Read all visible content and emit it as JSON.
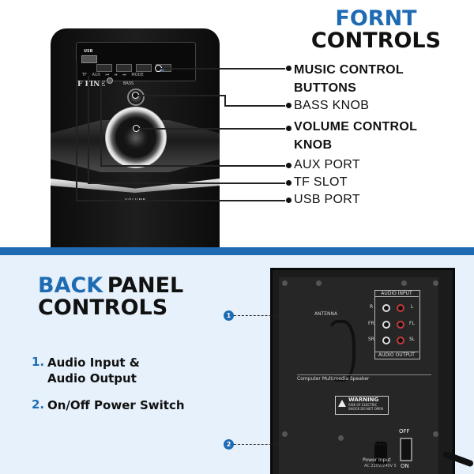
{
  "front": {
    "title_line1": "FORNT",
    "title_line2": "CONTROLS",
    "speaker": {
      "brand": "F FINE",
      "usb_tag": "USB",
      "panel_labels": "TF AUX ⏮ ⏯ ⏭ MODE",
      "bass_label": "BASS",
      "volume_label": "VOLUME"
    },
    "callouts": [
      {
        "line1": "MUSIC CONTROL",
        "line2": "BUTTONS"
      },
      {
        "line1": "BASS KNOB",
        "line2": ""
      },
      {
        "line1": "VOLUME CONTROL",
        "line2": "KNOB"
      },
      {
        "line1": "AUX PORT",
        "line2": ""
      },
      {
        "line1": "TF SLOT",
        "line2": ""
      },
      {
        "line1": "USB PORT",
        "line2": ""
      }
    ]
  },
  "back": {
    "title_word1": "BACK",
    "title_word2": "PANEL",
    "title_line2": "CONTROLS",
    "items": [
      {
        "num": "1.",
        "line1": "Audio Input &",
        "line2": "Audio Output"
      },
      {
        "num": "2.",
        "line1": "On/Off Power Switch",
        "line2": ""
      }
    ],
    "badges": [
      "1",
      "2"
    ],
    "panel": {
      "audio_input": "AUDIO INPUT",
      "audio_output": "AUDIO OUTPUT",
      "jacks_left": [
        "R",
        "FR",
        "SR"
      ],
      "jacks_right": [
        "L",
        "FL",
        "SL"
      ],
      "antenna": "ANTENNA",
      "model": "Computer Multimedia Speaker",
      "warning": "WARNING",
      "warning_sub": "RISK OF ELECTRIC SHOCK DO NOT OPEN",
      "off": "OFF",
      "on": "ON",
      "power": "Power Input",
      "power_sub": "AC 220V/240V 5"
    }
  },
  "colors": {
    "accent": "#1f6bb3",
    "text": "#111111",
    "back_bg": "#e7f1fb"
  }
}
